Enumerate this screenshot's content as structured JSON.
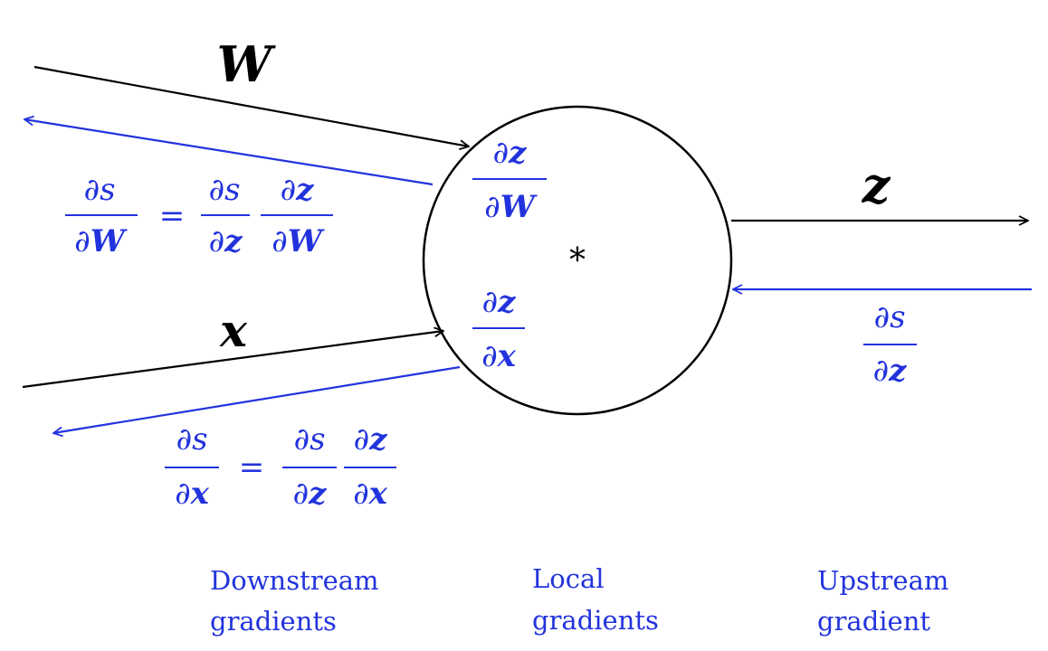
{
  "operator": "*",
  "inputs": {
    "W": {
      "label": "W"
    },
    "x": {
      "label": "x"
    }
  },
  "output": {
    "label": "z"
  },
  "symbols": {
    "partial": "∂",
    "equals": "=",
    "s": "s",
    "z": "z",
    "W": "W",
    "x": "x"
  },
  "captions": {
    "downstream": {
      "line1": "Downstream",
      "line2": "gradients"
    },
    "local": {
      "line1": "Local",
      "line2": "gradients"
    },
    "upstream": {
      "line1": "Upstream",
      "line2": "gradient"
    }
  },
  "colors": {
    "forward": "#000000",
    "gradient": "#2233dd"
  }
}
